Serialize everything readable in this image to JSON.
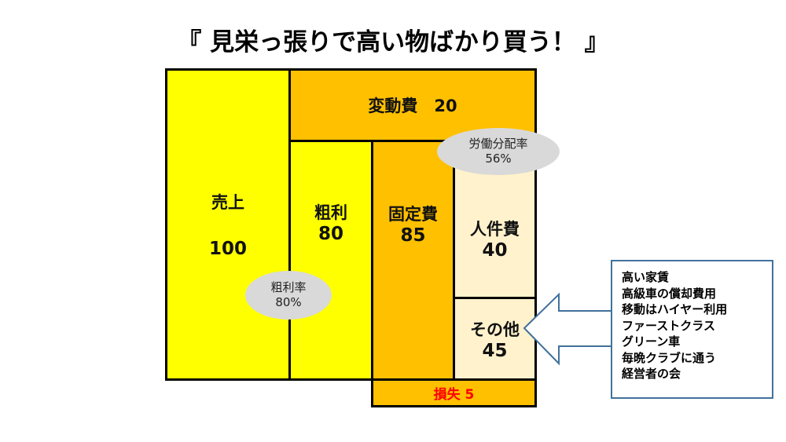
{
  "title": "『 見栄っ張りで高い物ばかり買う！ 』",
  "sales": {
    "label": "売上",
    "value": "100"
  },
  "variable_cost": {
    "label": "変動費　20"
  },
  "gross_profit": {
    "label": "粗利",
    "value": "80"
  },
  "fixed_cost": {
    "label": "固定費",
    "value": "85"
  },
  "labor_cost": {
    "label": "人件費",
    "value": "40"
  },
  "other": {
    "label": "その他",
    "value": "45"
  },
  "loss": {
    "label": "損失 5"
  },
  "labor_share": {
    "label": "労働分配率",
    "value": "56%"
  },
  "gross_margin": {
    "label": "粗利率",
    "value": "80%"
  },
  "callout_items": [
    "高い家賃",
    "高級車の償却費用",
    "移動はハイヤー利用",
    "ファーストクラス",
    "グリーン車",
    "毎晩クラブに通う",
    "経営者の会"
  ],
  "colors": {
    "yellow": "#FFFF00",
    "orange": "#FFC000",
    "cream": "#FFF2CC",
    "ellipse": "#D9D9D9",
    "arrow": "#41719C",
    "loss_text": "#FF0000"
  }
}
